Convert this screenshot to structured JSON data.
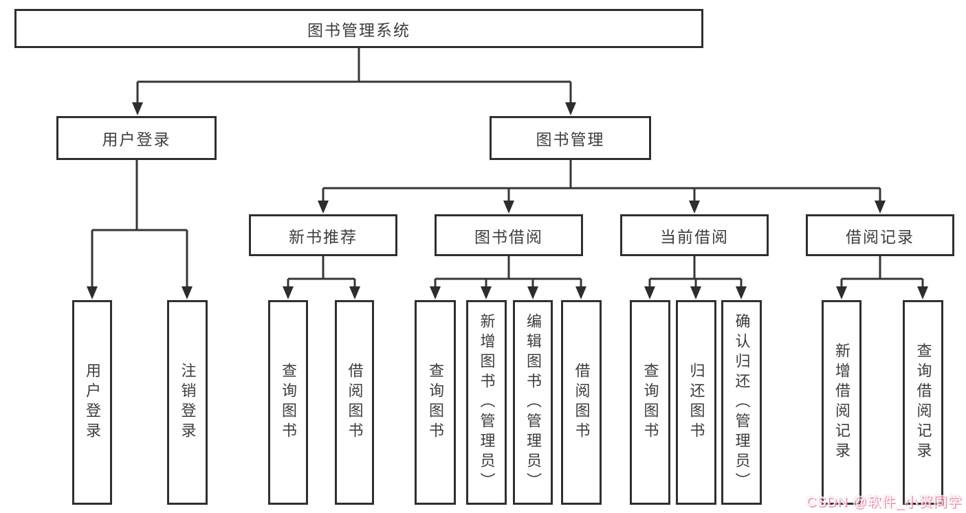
{
  "diagram": {
    "root": {
      "label": "图书管理系统"
    },
    "level2": [
      {
        "id": "user-login",
        "label": "用户登录"
      },
      {
        "id": "book-management",
        "label": "图书管理"
      }
    ],
    "level3": [
      {
        "id": "new-book-recommend",
        "label": "新书推荐"
      },
      {
        "id": "book-borrowing",
        "label": "图书借阅"
      },
      {
        "id": "current-borrowing",
        "label": "当前借阅"
      },
      {
        "id": "borrow-records",
        "label": "借阅记录"
      }
    ],
    "leaves": [
      {
        "parent": "用户登录",
        "label": "用户登录"
      },
      {
        "parent": "用户登录",
        "label": "注销登录"
      },
      {
        "parent": "新书推荐",
        "label": "查询图书"
      },
      {
        "parent": "新书推荐",
        "label": "借阅图书"
      },
      {
        "parent": "图书借阅",
        "label": "查询图书"
      },
      {
        "parent": "图书借阅",
        "label": "新增图书（管理员）"
      },
      {
        "parent": "图书借阅",
        "label": "编辑图书（管理员）"
      },
      {
        "parent": "图书借阅",
        "label": "借阅图书"
      },
      {
        "parent": "当前借阅",
        "label": "查询图书"
      },
      {
        "parent": "当前借阅",
        "label": "归还图书"
      },
      {
        "parent": "当前借阅",
        "label": "确认归还（管理员）"
      },
      {
        "parent": "借阅记录",
        "label": "新增借阅记录"
      },
      {
        "parent": "借阅记录",
        "label": "查询借阅记录"
      }
    ],
    "colors": {
      "border": "#2f2f2f",
      "line": "#363636",
      "text": "#3d3d3d",
      "background": "#ffffff",
      "watermark_shadow": "#f98fab"
    },
    "watermark": {
      "text": "CSDN @软件_小贺同学"
    }
  }
}
